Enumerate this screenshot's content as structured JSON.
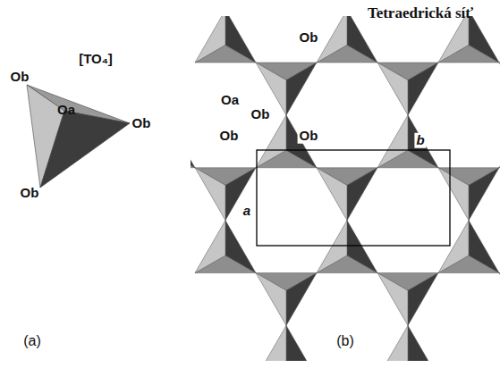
{
  "diagram": {
    "title": "Tetraedrická síť",
    "labels": [
      "[TO₄]",
      "Ob",
      "Oa",
      "Ob",
      "Ob",
      "Ob",
      "Oa",
      "Ob",
      "Ob",
      "Ob",
      "a",
      "b",
      "(a)",
      "(b)"
    ]
  }
}
